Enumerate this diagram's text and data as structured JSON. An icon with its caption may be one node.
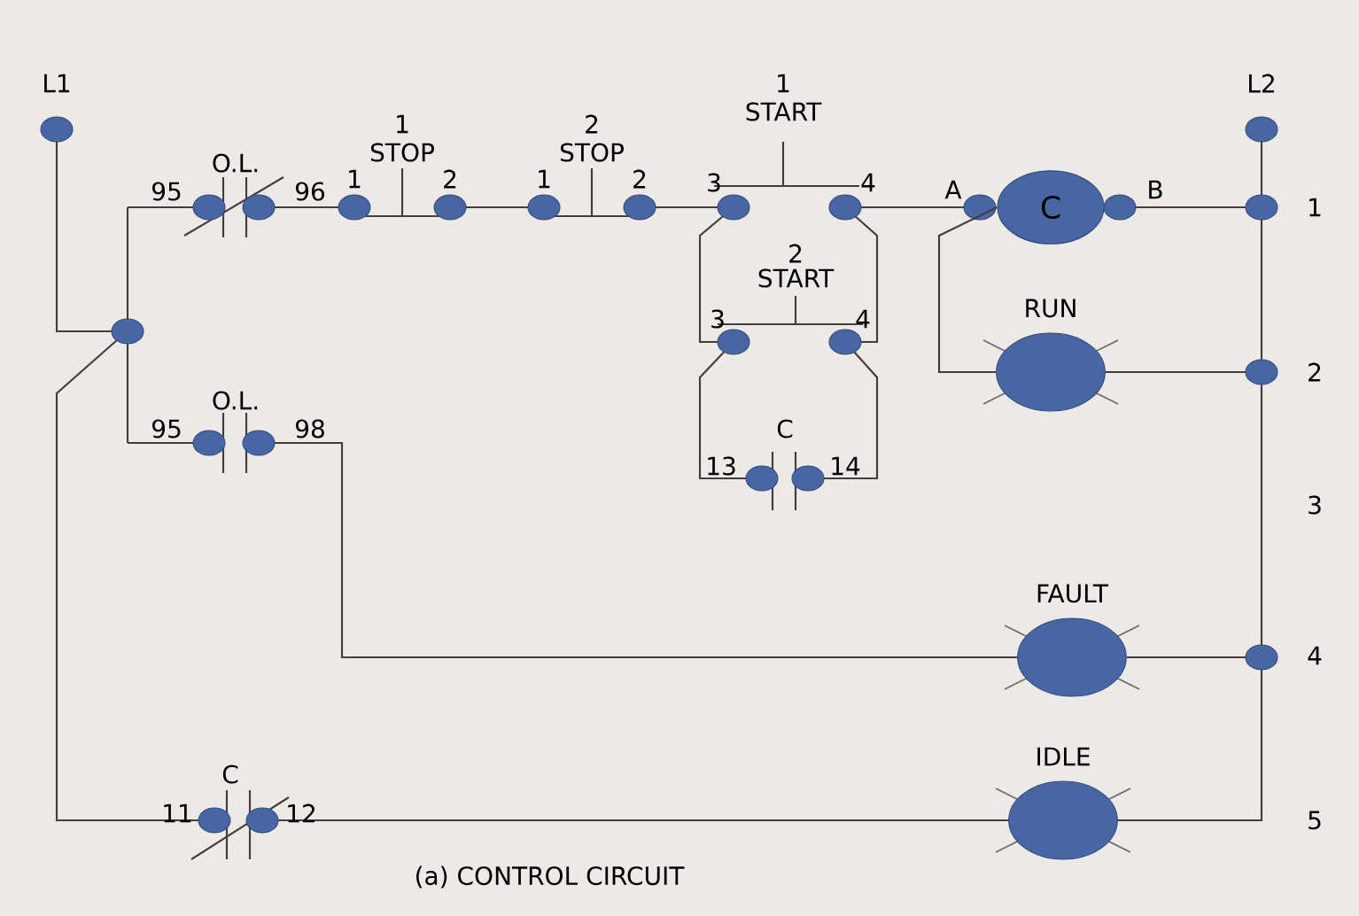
{
  "diagram": {
    "caption": "(a) CONTROL CIRCUIT",
    "nodes": [
      {
        "text": [
          "C"
        ]
      },
      {
        "text": [
          "RUN"
        ]
      },
      {
        "text": [
          "FAULT"
        ]
      },
      {
        "text": [
          "IDLE"
        ]
      }
    ],
    "edges": [
      {
        "from": 0,
        "to": 1,
        "arrow": "none"
      }
    ],
    "labels": [
      "L1",
      "L2",
      "1",
      "STOP",
      "2",
      "STOP",
      "1",
      "START",
      "O.L.",
      "95",
      "96",
      "1",
      "2",
      "1",
      "2",
      "3",
      "4",
      "A",
      "B",
      "1",
      "2",
      "START",
      "3",
      "4",
      "2",
      "O.L.",
      "95",
      "98",
      "C",
      "13",
      "14",
      "3",
      "4",
      "C",
      "11",
      "12",
      "5"
    ]
  }
}
